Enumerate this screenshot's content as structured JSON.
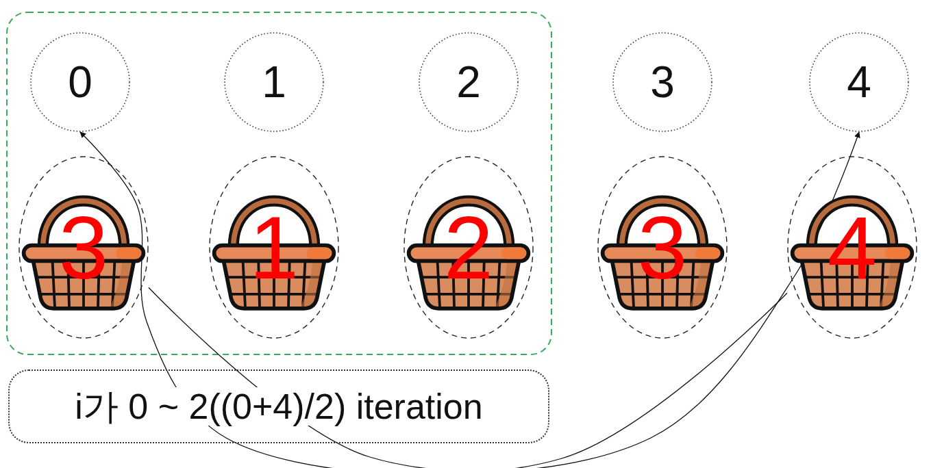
{
  "diagram": {
    "nodes": [
      {
        "text": [
          "0"
        ]
      },
      {
        "text": [
          "1"
        ]
      },
      {
        "text": [
          "2"
        ]
      },
      {
        "text": [
          "3"
        ]
      },
      {
        "text": [
          "4"
        ]
      },
      {
        "text": [
          "3"
        ]
      },
      {
        "text": [
          "1"
        ]
      },
      {
        "text": [
          "2"
        ]
      },
      {
        "text": [
          "3"
        ]
      },
      {
        "text": [
          "4"
        ]
      },
      {
        "text": [
          "i가 0 ~ 2((0+4)/2) iteration"
        ]
      }
    ],
    "edges": [
      {
        "from": 5,
        "to": 4,
        "arrow": "to"
      },
      {
        "from": 9,
        "to": 0,
        "arrow": "to"
      }
    ]
  }
}
